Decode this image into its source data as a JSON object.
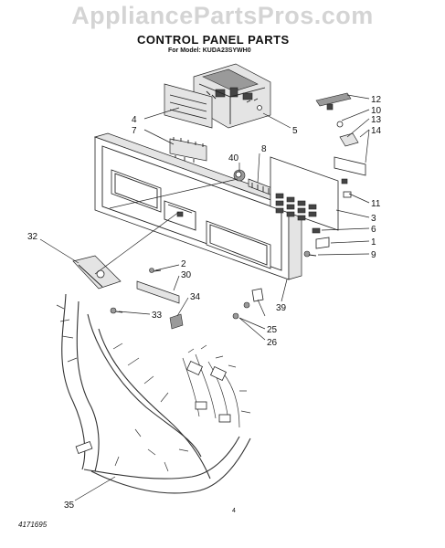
{
  "watermark": "AppliancePartsPros.com",
  "title": "CONTROL PANEL PARTS",
  "subtitle": "For Model: KUDA23SYWH0",
  "page_number": "4",
  "document_number": "4171695",
  "callouts": {
    "c12": "12",
    "c10": "10",
    "c13": "13",
    "c14": "14",
    "c4": "4",
    "c7": "7",
    "c5": "5",
    "c8": "8",
    "c40": "40",
    "c11": "11",
    "c3": "3",
    "c6": "6",
    "c1": "1",
    "c9": "9",
    "c32": "32",
    "c2": "2",
    "c30": "30",
    "c34": "34",
    "c33": "33",
    "c39": "39",
    "c25": "25",
    "c26": "26",
    "c35": "35"
  }
}
